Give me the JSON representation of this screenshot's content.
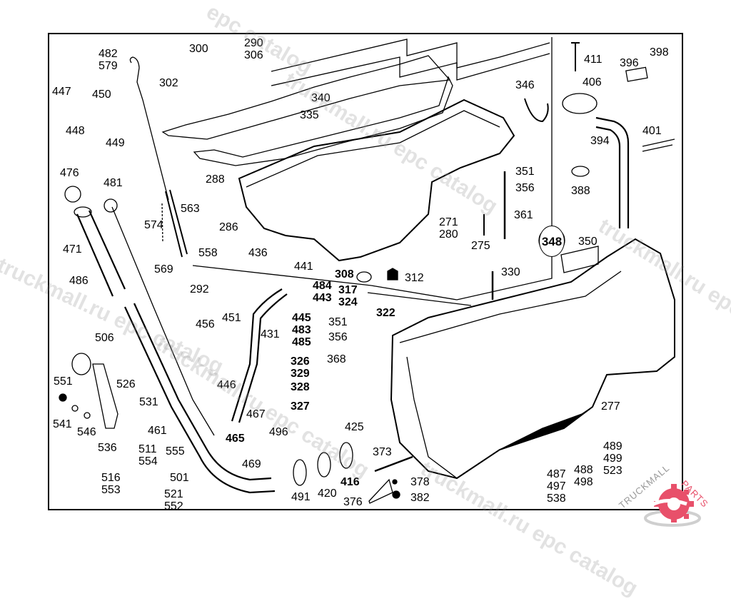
{
  "diagram": {
    "type": "exploded-parts-diagram",
    "subject": "engine oil pan assembly",
    "callout_circle": "348",
    "labels": [
      {
        "text": "482\n579"
      },
      {
        "text": "300"
      },
      {
        "text": "290\n306"
      },
      {
        "text": "302"
      },
      {
        "text": "447"
      },
      {
        "text": "450"
      },
      {
        "text": "448"
      },
      {
        "text": "449"
      },
      {
        "text": "340"
      },
      {
        "text": "335"
      },
      {
        "text": "346"
      },
      {
        "text": "411"
      },
      {
        "text": "406"
      },
      {
        "text": "396"
      },
      {
        "text": "398"
      },
      {
        "text": "394"
      },
      {
        "text": "401"
      },
      {
        "text": "388"
      },
      {
        "text": "476"
      },
      {
        "text": "481"
      },
      {
        "text": "288"
      },
      {
        "text": "563"
      },
      {
        "text": "286"
      },
      {
        "text": "574"
      },
      {
        "text": "471"
      },
      {
        "text": "558"
      },
      {
        "text": "569"
      },
      {
        "text": "292"
      },
      {
        "text": "486"
      },
      {
        "text": "436"
      },
      {
        "text": "441"
      },
      {
        "text": "351"
      },
      {
        "text": "356"
      },
      {
        "text": "361"
      },
      {
        "text": "271\n280"
      },
      {
        "text": "275"
      },
      {
        "text": "350"
      },
      {
        "text": "330"
      },
      {
        "text": "308"
      },
      {
        "text": "312"
      },
      {
        "text": "484\n443"
      },
      {
        "text": "317\n324"
      },
      {
        "text": "322"
      },
      {
        "text": "445\n483\n485"
      },
      {
        "text": "351"
      },
      {
        "text": "356"
      },
      {
        "text": "456"
      },
      {
        "text": "451"
      },
      {
        "text": "431"
      },
      {
        "text": "368"
      },
      {
        "text": "506"
      },
      {
        "text": "446"
      },
      {
        "text": "326\n329"
      },
      {
        "text": "328"
      },
      {
        "text": "327"
      },
      {
        "text": "551"
      },
      {
        "text": "526"
      },
      {
        "text": "531"
      },
      {
        "text": "541"
      },
      {
        "text": "546"
      },
      {
        "text": "461"
      },
      {
        "text": "536"
      },
      {
        "text": "467"
      },
      {
        "text": "465"
      },
      {
        "text": "496"
      },
      {
        "text": "425"
      },
      {
        "text": "373"
      },
      {
        "text": "277"
      },
      {
        "text": "511\n554"
      },
      {
        "text": "555"
      },
      {
        "text": "516\n553"
      },
      {
        "text": "501"
      },
      {
        "text": "521\n552"
      },
      {
        "text": "469"
      },
      {
        "text": "491"
      },
      {
        "text": "420"
      },
      {
        "text": "416"
      },
      {
        "text": "376"
      },
      {
        "text": "378"
      },
      {
        "text": "382"
      },
      {
        "text": "489\n499\n523"
      },
      {
        "text": "488\n498"
      },
      {
        "text": "487\n497\n538"
      }
    ]
  },
  "watermarks": [
    "epc catalog",
    "truckmall.ru epc catalog",
    "truckmall.ru epc catalog",
    "truckmall.ru epc catalog",
    "truckmall.ru epc catalog",
    "truckmall.ru epc catalog"
  ],
  "logo": {
    "text_gray": "TRUCKMALL",
    "text_pink": "PARTS",
    "accent_color": "#e8506a"
  }
}
